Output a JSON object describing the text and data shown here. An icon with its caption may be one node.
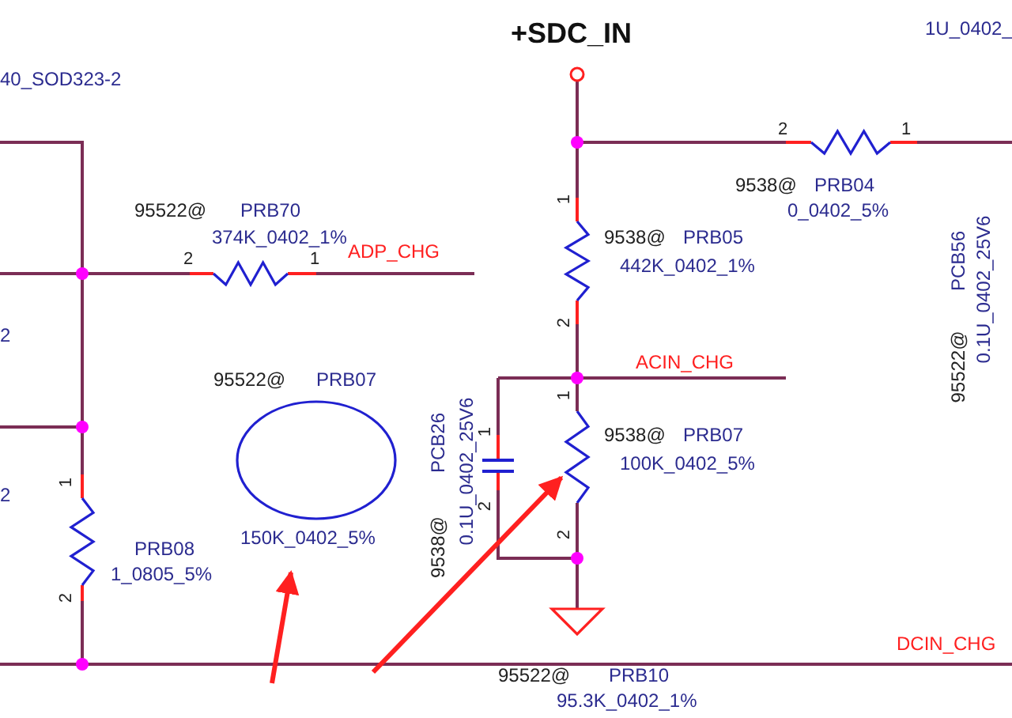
{
  "diagram": {
    "nodes": [
      {
        "text": [
          "95522@",
          "PRB07",
          "150K_0402_5%"
        ]
      },
      {
        "text": [
          "9538@",
          "PRB07",
          "100K_0402_5%"
        ]
      }
    ],
    "edges": [
      {
        "from": null,
        "to": 0,
        "arrow": "to"
      },
      {
        "from": null,
        "to": 1,
        "arrow": "to"
      }
    ],
    "labels": [
      "+SDC_IN",
      "40_SOD323-2",
      "1U_0402_",
      "95522@",
      "PRB70",
      "374K_0402_1%",
      "2",
      "1",
      "ADP_CHG",
      "2",
      "1",
      "9538@",
      "PRB04",
      "0_0402_5%",
      "1",
      "9538@",
      "PRB05",
      "442K_0402_1%",
      "2",
      "2",
      "ACIN_CHG",
      "PCB56",
      "0.1U_0402_25V6",
      "95522@",
      "PCB26",
      "0.1U_0402_25V6",
      "9538@",
      "1",
      "2",
      "1",
      "2",
      "2",
      "1",
      "2",
      "PRB08",
      "1_0805_5%",
      "DCIN_CHG",
      "95522@",
      "PRB10",
      "95.3K_0402_1%"
    ]
  }
}
